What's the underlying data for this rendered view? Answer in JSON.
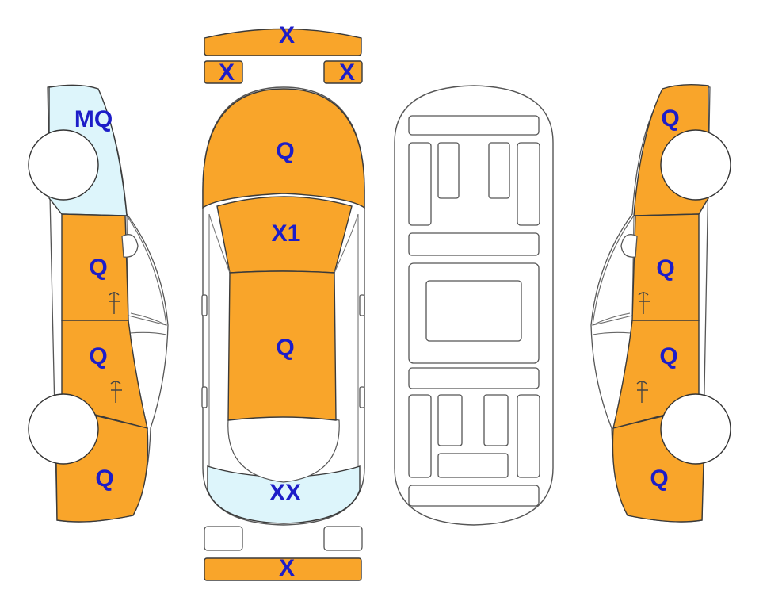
{
  "colors": {
    "damaged": "#f9a52a",
    "glass": "#ddf5fb",
    "label": "#1d1dc8",
    "outline": "#3a3a3a",
    "background": "#ffffff"
  },
  "labels": {
    "front_bumper": "X",
    "front_left_lamp": "X",
    "front_right_lamp": "X",
    "hood": "Q",
    "windshield": "X1",
    "roof": "Q",
    "rear_window": "XX",
    "rear_bumper": "X",
    "left_front_quarter": "MQ",
    "left_front_door": "Q",
    "left_rear_door": "Q",
    "left_rear_quarter": "Q",
    "right_front_fender": "Q",
    "right_front_door": "Q",
    "right_rear_door": "Q",
    "right_rear_quarter": "Q"
  }
}
